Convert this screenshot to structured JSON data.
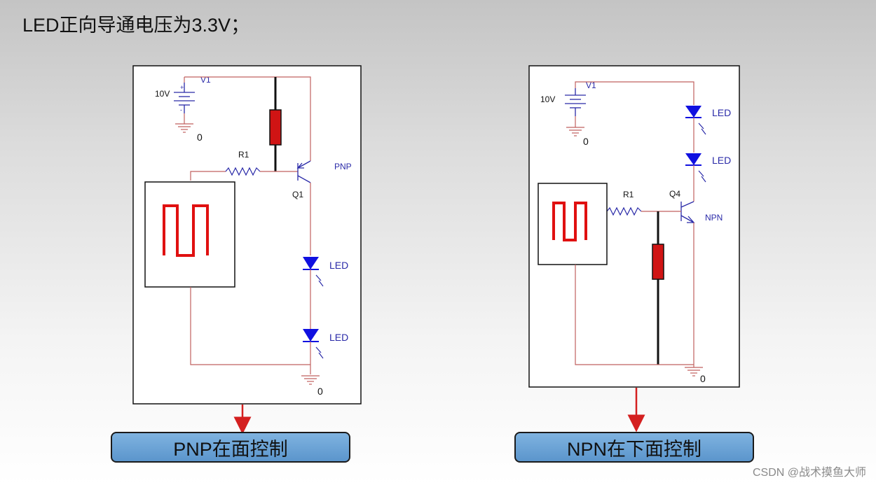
{
  "title": "LED正向导通电压为3.3V；",
  "left_circuit": {
    "battery_label": "V1",
    "voltage_label": "10V",
    "ground_label": "0",
    "ground_label_bottom": "0",
    "resistor_label": "R1",
    "transistor_label": "Q1",
    "transistor_type": "PNP",
    "led1_label": "LED",
    "led2_label": "LED",
    "caption": "PNP在面控制"
  },
  "right_circuit": {
    "battery_label": "V1",
    "voltage_label": "10V",
    "ground_label": "0",
    "ground_label_bottom": "0",
    "resistor_label": "R1",
    "transistor_label": "Q4",
    "transistor_type": "NPN",
    "led1_label": "LED",
    "led2_label": "LED",
    "caption": "NPN在下面控制"
  },
  "watermark": "CSDN @战术摸鱼大师",
  "colors": {
    "wire": "#c0605f",
    "component": "#2a2aa8",
    "led": "#1010e0",
    "pulse": "#e01010",
    "resistor_fill": "#d01414",
    "arrow": "#d42020",
    "button": "#6aa3d6"
  }
}
